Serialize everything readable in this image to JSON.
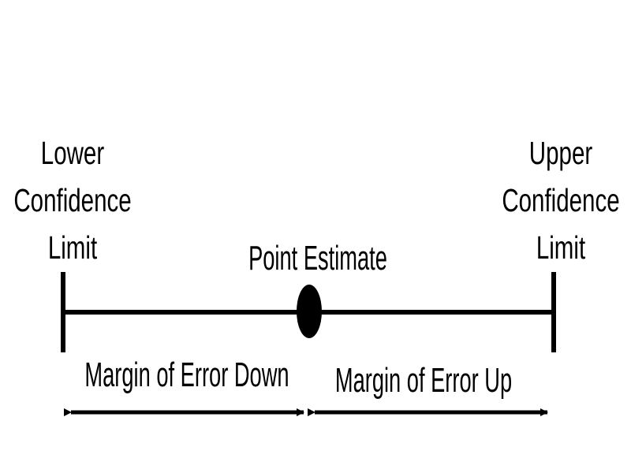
{
  "diagram": {
    "lower_limit": {
      "lines": [
        "Lower",
        "Confidence",
        "Limit"
      ]
    },
    "upper_limit": {
      "lines": [
        "Upper",
        "Confidence",
        "Limit"
      ]
    },
    "point_estimate": {
      "label": "Point Estimate"
    },
    "margin_down": {
      "label": "Margin of Error Down"
    },
    "margin_up": {
      "label": "Margin of Error Up"
    },
    "colors": {
      "ink": "#000000",
      "background": "#ffffff"
    }
  }
}
